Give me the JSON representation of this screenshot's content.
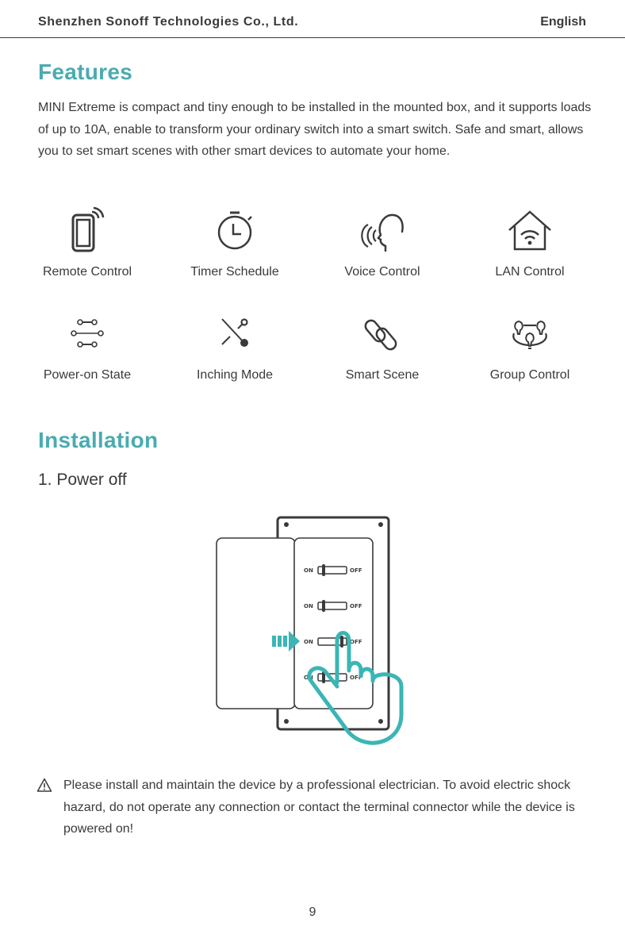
{
  "header": {
    "company": "Shenzhen Sonoff Technologies Co., Ltd.",
    "language": "English"
  },
  "features": {
    "title": "Features",
    "description": "MINI Extreme is compact and tiny enough to be installed in the mounted box, and it supports loads of up to 10A, enable to transform your ordinary switch into a smart switch. Safe and smart, allows you to set smart scenes with other smart devices to automate your home.",
    "items": [
      {
        "label": "Remote Control",
        "icon": "remote-phone-icon"
      },
      {
        "label": "Timer Schedule",
        "icon": "stopwatch-icon"
      },
      {
        "label": "Voice Control",
        "icon": "voice-head-icon"
      },
      {
        "label": "LAN Control",
        "icon": "home-wifi-icon"
      },
      {
        "label": "Power-on State",
        "icon": "power-on-state-icon"
      },
      {
        "label": "Inching Mode",
        "icon": "inching-switch-icon"
      },
      {
        "label": "Smart Scene",
        "icon": "link-chain-icon"
      },
      {
        "label": "Group Control",
        "icon": "bulb-group-icon"
      }
    ]
  },
  "installation": {
    "title": "Installation",
    "step1": {
      "title": "1. Power off",
      "switch_labels": {
        "on": "ON",
        "off": "OFF"
      },
      "illustration": "breaker-panel-hand-switch-off"
    },
    "warning": "Please install and maintain the device by a professional electrician. To avoid electric shock hazard, do not operate any connection or contact the terminal connector while the device is powered on!"
  },
  "footer": {
    "page_number": "9"
  },
  "colors": {
    "accent": "#4aabb0",
    "hand": "#3bb5b5",
    "text": "#3a3a3a"
  }
}
